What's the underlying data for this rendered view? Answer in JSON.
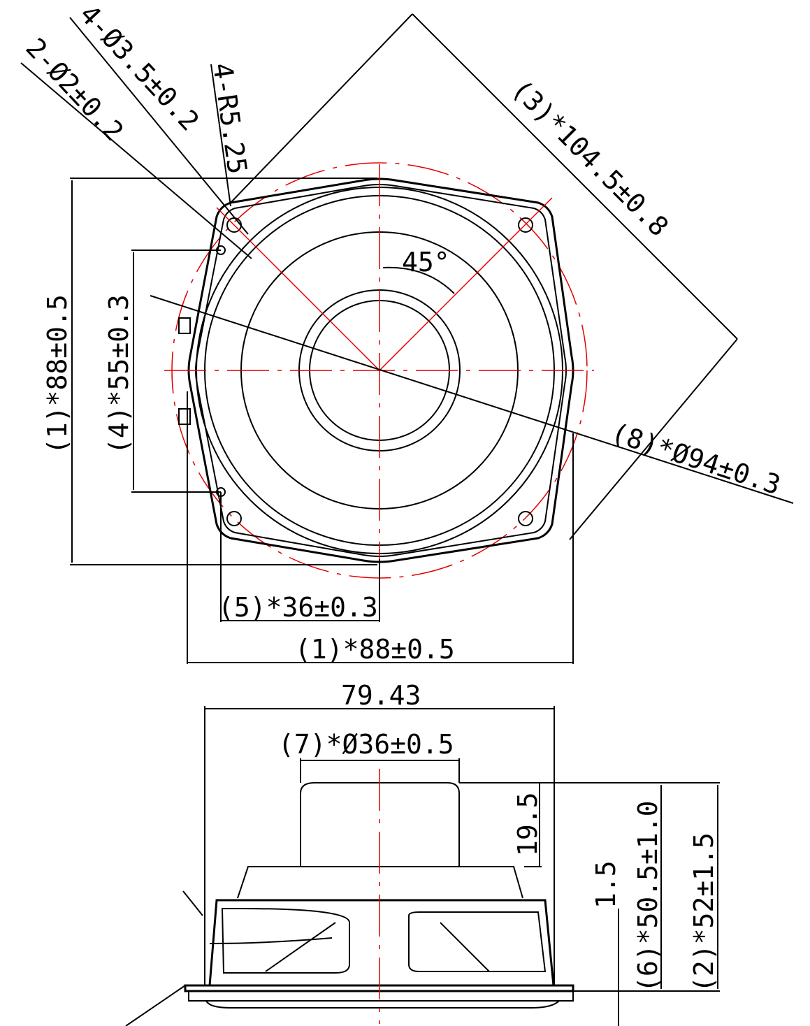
{
  "drawing": {
    "top_view": {
      "mount_holes": "4-Ø3.5±0.2",
      "terminal_holes": "2-Ø2±0.2",
      "corner_radius": "4-R5.25",
      "diagonal": "(3)*104.5±0.8",
      "angle": "45°",
      "height": "(1)*88±0.5",
      "hole_spacing_v": "(4)*55±0.3",
      "outer_diameter": "(8)*Ø94±0.3",
      "hole_offset_h": "(5)*36±0.3",
      "width": "(1)*88±0.5"
    },
    "side_view": {
      "basket_width": "79.43",
      "magnet_diameter": "(7)*Ø36±0.5",
      "magnet_height": "19.5",
      "flange": "1.5",
      "depth": "(6)*50.5±1.0",
      "total_depth": "(2)*52±1.5"
    }
  }
}
